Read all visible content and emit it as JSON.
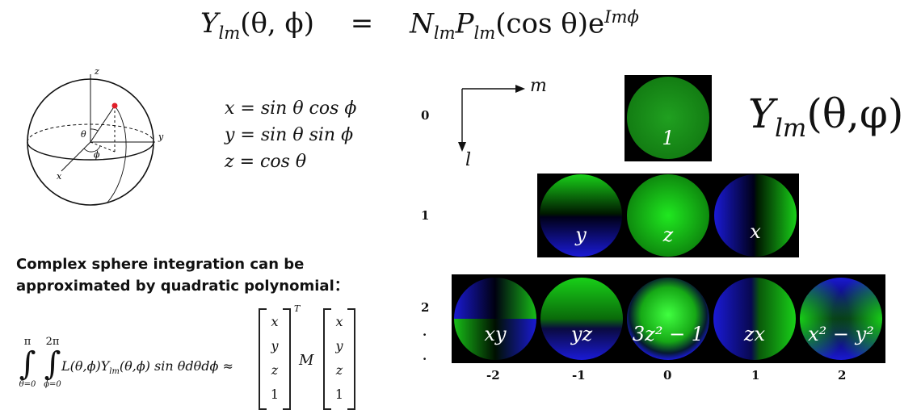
{
  "title_equation": {
    "lhs": "Y",
    "lhs_sub": "lm",
    "lhs_args": "(θ, ϕ)",
    "eq": "=",
    "rhs_N": "N",
    "rhs_N_sub": "lm",
    "rhs_P": "P",
    "rhs_P_sub": "lm",
    "rhs_P_arg": "(cos θ)",
    "rhs_e": "e",
    "rhs_exp": "Imϕ"
  },
  "sphere_labels": {
    "z": "z",
    "y": "y",
    "x": "x",
    "theta": "θ",
    "phi": "ϕ"
  },
  "coordinate_equations": [
    "x = sin θ cos ϕ",
    "y = sin θ sin ϕ",
    "z = cos θ"
  ],
  "description": {
    "line1": "Complex sphere integration can be",
    "line2": "approximated by quadratic polynomial："
  },
  "integral": {
    "outer_upper": "π",
    "outer_lower": "θ=0",
    "inner_upper": "2π",
    "inner_lower": "ϕ=0",
    "integrand": "L(θ,ϕ)Y",
    "integrand_sub": "lm",
    "integrand_rest": "(θ,ϕ) sin θdθdϕ ≈",
    "transpose": "T",
    "matrix": "M",
    "vector": [
      "x",
      "y",
      "z",
      "1"
    ]
  },
  "axes": {
    "m_label": "m",
    "l_label": "l"
  },
  "big_label": {
    "Y": "Y",
    "sub": "lm",
    "args": "(θ,φ)"
  },
  "l_values": [
    "0",
    "1",
    "2",
    ".",
    "."
  ],
  "m_values": [
    "-2",
    "-1",
    "0",
    "1",
    "2"
  ],
  "harmonics": {
    "row0": [
      {
        "label": "1"
      }
    ],
    "row1": [
      {
        "label": "y"
      },
      {
        "label": "z"
      },
      {
        "label": "x"
      }
    ],
    "row2": [
      {
        "label": "xy"
      },
      {
        "label": "yz"
      },
      {
        "label": "3z² − 1"
      },
      {
        "label": "zx"
      },
      {
        "label": "x² − y²"
      }
    ]
  },
  "colors": {
    "positive": "#16c116",
    "negative": "#1a1ad6",
    "background_panel": "#000000",
    "sphere_point": "#e0202a"
  }
}
